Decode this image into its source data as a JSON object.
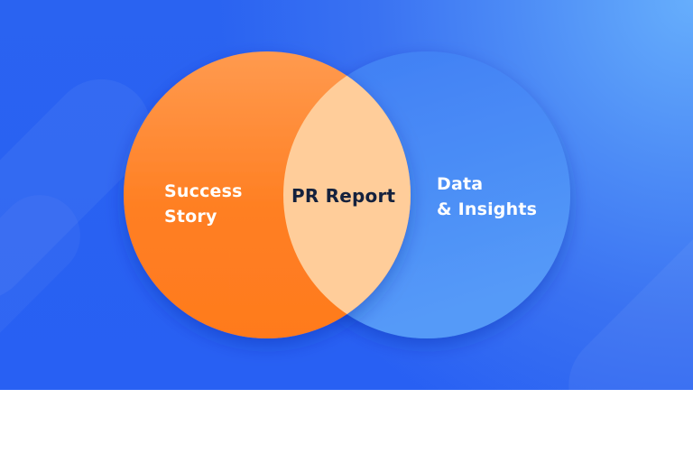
{
  "diagram": {
    "type": "venn",
    "sets": [
      {
        "id": "left",
        "label_lines": [
          "Success",
          "Story"
        ],
        "color": "#ff7f22"
      },
      {
        "id": "right",
        "label_lines": [
          "Data",
          "& Insights"
        ],
        "color": "#4a8ef7"
      }
    ],
    "intersection": {
      "label": "PR Report",
      "color": "#ffcd9a",
      "text_color": "#14213d"
    }
  },
  "colors": {
    "background": "#2a62f2",
    "background_highlight": "#66aefc"
  }
}
